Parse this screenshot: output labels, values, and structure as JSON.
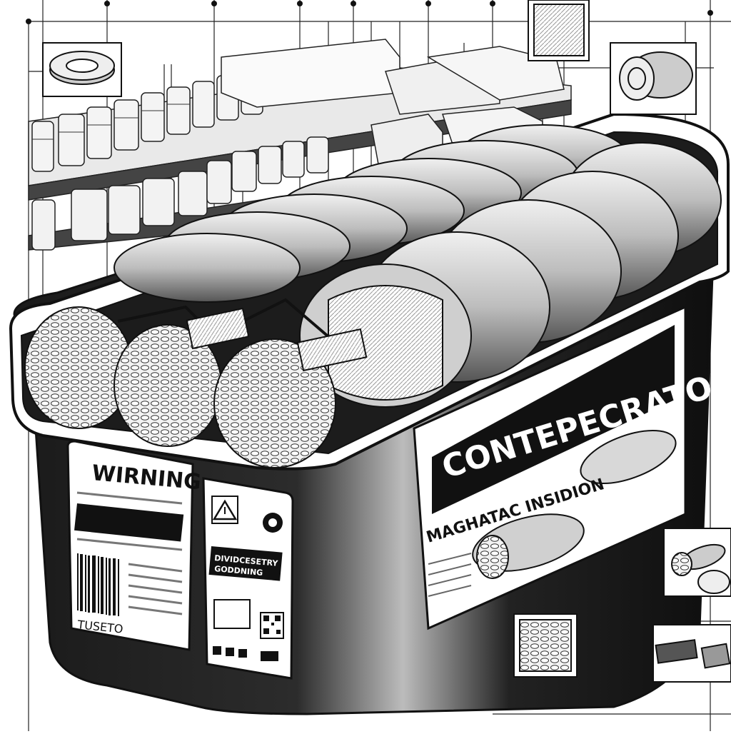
{
  "colors": {
    "ink": "#111111",
    "paper": "#ffffff",
    "mid_gray": "#8a8a8a",
    "light_gray": "#d4d4d4",
    "dark_gray": "#3a3a3a"
  },
  "icons": [
    "warning-triangle-icon",
    "circle-badge-icon",
    "barcode-icon",
    "qr-code-icon"
  ],
  "warning_label": {
    "heading": "WIRNING",
    "barcode_number": "TUSETO"
  },
  "hazard_label": {
    "line_1": "DIVIDCESETRY",
    "line_2": "GODDNING"
  },
  "main_label": {
    "title": "CONTEPECRATONY",
    "subtitle": "MAGHATAC INSIDION"
  }
}
